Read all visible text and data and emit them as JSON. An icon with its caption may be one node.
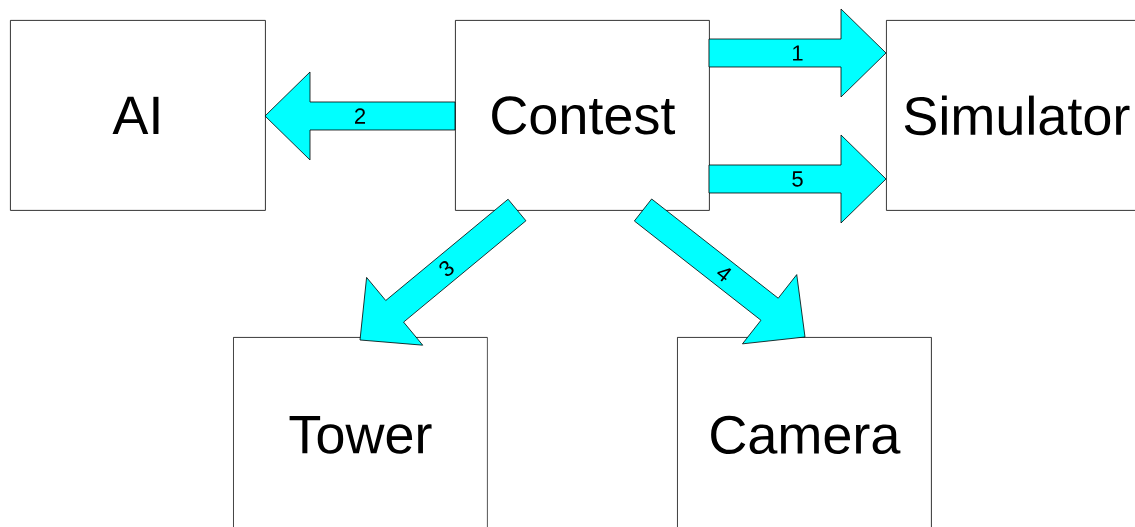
{
  "diagram": {
    "nodes": [
      {
        "text": [
          "AI"
        ]
      },
      {
        "text": [
          "Contest"
        ]
      },
      {
        "text": [
          "Simulator"
        ]
      },
      {
        "text": [
          "Tower"
        ]
      },
      {
        "text": [
          "Camera"
        ]
      }
    ],
    "edges": [
      {
        "from": 1,
        "to": 2,
        "arrow": "to",
        "label": "1"
      },
      {
        "from": 1,
        "to": 0,
        "arrow": "to",
        "label": "2"
      },
      {
        "from": 1,
        "to": 3,
        "arrow": "to",
        "label": "3"
      },
      {
        "from": 1,
        "to": 4,
        "arrow": "to",
        "label": "4"
      },
      {
        "from": 1,
        "to": 2,
        "arrow": "to",
        "label": "5"
      }
    ]
  }
}
